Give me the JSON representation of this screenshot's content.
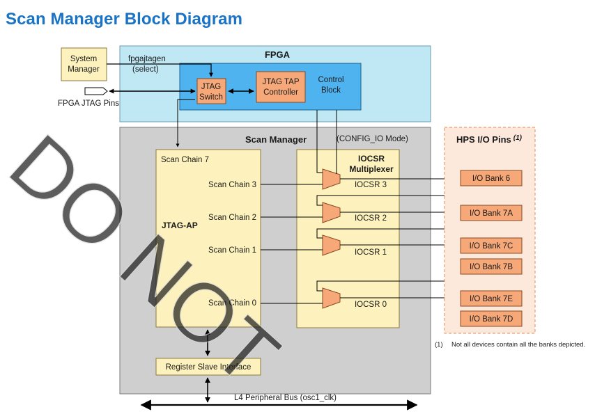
{
  "page": {
    "title": "Scan Manager Block Diagram"
  },
  "diagram": {
    "fpga": {
      "title": "FPGA",
      "signal_line1": "fpgajtagen",
      "signal_line2": "(select)",
      "jtag_switch_line1": "JTAG",
      "jtag_switch_line2": "Switch",
      "tap_line1": "JTAG TAP",
      "tap_line2": "Controller",
      "control_line1": "Control",
      "control_line2": "Block",
      "pins_label": "FPGA JTAG Pins"
    },
    "system_manager": {
      "line1": "System",
      "line2": "Manager"
    },
    "scan_manager": {
      "title": "Scan Manager",
      "mode": "(CONFIG_IO Mode)",
      "scan_chain_7": "Scan Chain 7",
      "jtag_ap": "JTAG-AP",
      "chains": [
        "Scan Chain 3",
        "Scan Chain 2",
        "Scan Chain 1",
        "Scan Chain 0"
      ],
      "iocsr_title_line1": "IOCSR",
      "iocsr_title_line2": "Multiplexer",
      "iocsr": [
        "IOCSR 3",
        "IOCSR 2",
        "IOCSR 1",
        "IOCSR 0"
      ],
      "register_slave": "Register Slave Interface"
    },
    "hps": {
      "title": "HPS I/O Pins",
      "title_note": "(1)",
      "banks": [
        "I/O Bank 6",
        "I/O Bank 7A",
        "I/O Bank 7C",
        "I/O Bank 7B",
        "I/O Bank 7E",
        "I/O Bank 7D"
      ]
    },
    "bus_label": "L4 Peripheral Bus (osc1_clk)",
    "footnote_marker": "(1)",
    "footnote_text": "Not all devices contain all the banks depicted.",
    "watermark": "DO NOT"
  },
  "colors": {
    "title_blue": "#1a73c4",
    "fpga_fill": "#bfe8f4",
    "control_fill": "#4fb3f0",
    "component_fill": "#f6a878",
    "system_fill": "#fdf2bd",
    "scan_manager_fill": "#cfcfcf",
    "hps_fill": "#fde9dc"
  }
}
